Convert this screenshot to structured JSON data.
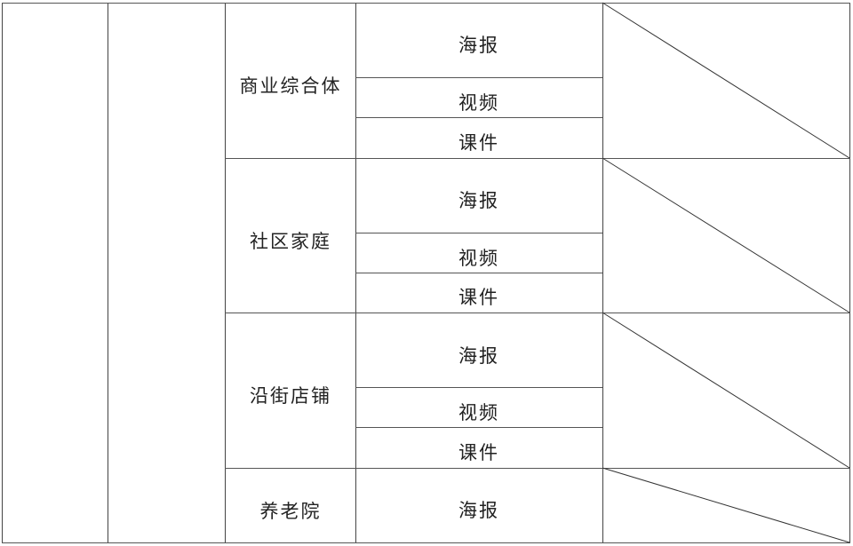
{
  "table": {
    "groups": [
      {
        "category": "商业综合体",
        "items": [
          "海报",
          "视频",
          "课件"
        ]
      },
      {
        "category": "社区家庭",
        "items": [
          "海报",
          "视频",
          "课件"
        ]
      },
      {
        "category": "沿街店铺",
        "items": [
          "海报",
          "视频",
          "课件"
        ]
      },
      {
        "category": "养老院",
        "items": [
          "海报"
        ]
      }
    ],
    "last_column": "diagonal-slash (empty)"
  }
}
